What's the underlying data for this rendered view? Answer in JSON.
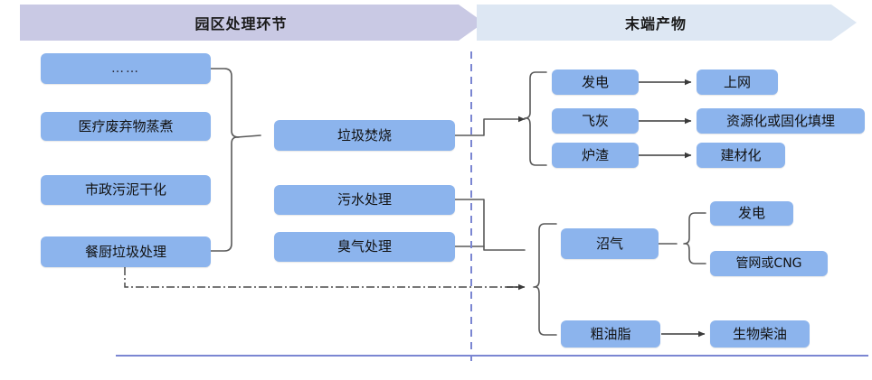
{
  "header": {
    "stages": [
      {
        "id": "stage-process",
        "label": "园区处理环节",
        "color": "#c9c9e4"
      },
      {
        "id": "stage-output",
        "label": "末端产物",
        "color": "#dde7f3"
      }
    ]
  },
  "colors": {
    "node_fill": "#8cb4ed",
    "node_text": "#111111",
    "connector": "#595959",
    "divider": "#7b86d2",
    "baseline": "#7b86d2"
  },
  "inputs": {
    "title": "园区处理环节",
    "items": [
      {
        "id": "input-ellipsis",
        "label": "……"
      },
      {
        "id": "input-medical-waste",
        "label": "医疗废弃物蒸煮"
      },
      {
        "id": "input-municipal-sludge",
        "label": "市政污泥干化"
      },
      {
        "id": "input-kitchen-waste",
        "label": "餐厨垃圾处理"
      }
    ]
  },
  "processes": {
    "items": [
      {
        "id": "process-incineration",
        "label": "垃圾焚烧"
      },
      {
        "id": "process-wastewater",
        "label": "污水处理"
      },
      {
        "id": "process-odor",
        "label": "臭气处理"
      }
    ]
  },
  "outputs": {
    "incineration_group": [
      {
        "id": "output-power",
        "label": "发电",
        "target": {
          "id": "target-grid",
          "label": "上网"
        }
      },
      {
        "id": "output-flyash",
        "label": "飞灰",
        "target": {
          "id": "target-landfill",
          "label": "资源化或固化填埋"
        }
      },
      {
        "id": "output-slag",
        "label": "炉渣",
        "target": {
          "id": "target-building-material",
          "label": "建材化"
        }
      }
    ],
    "organic_group": [
      {
        "id": "output-biogas",
        "label": "沼气",
        "targets": [
          {
            "id": "target-biogas-power",
            "label": "发电"
          },
          {
            "id": "target-pipeline-cng",
            "label": "管网或CNG"
          }
        ]
      },
      {
        "id": "output-crude-oil",
        "label": "粗油脂",
        "targets": [
          {
            "id": "target-biodiesel",
            "label": "生物柴油"
          }
        ]
      }
    ]
  }
}
